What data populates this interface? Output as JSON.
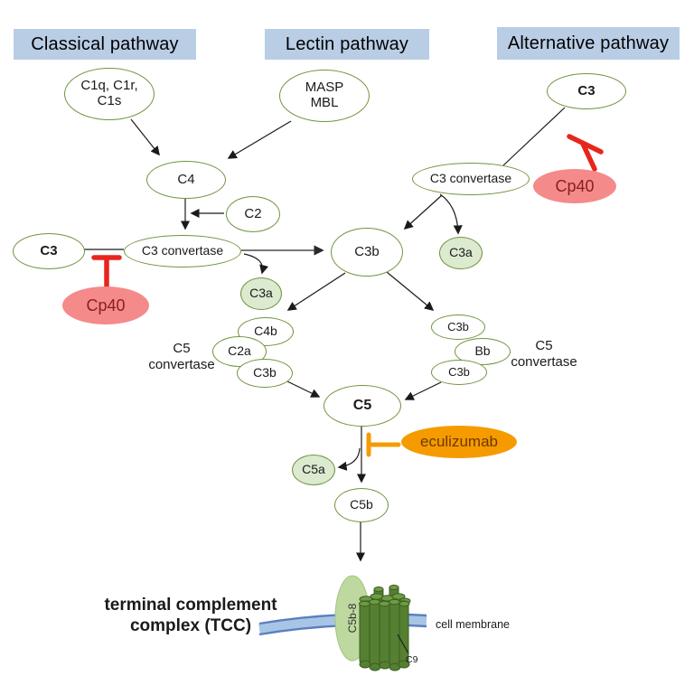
{
  "title": "Complement system pathways diagram",
  "headers": {
    "classical": "Classical pathway",
    "lectin": "Lectin pathway",
    "alternative": "Alternative pathway"
  },
  "nodes": {
    "c1q": "C1q, C1r,\nC1s",
    "masp": "MASP\nMBL",
    "c3_alt": "C3",
    "c4": "C4",
    "c2": "C2",
    "c3_left": "C3",
    "c3_convertase_left": "C3 convertase",
    "c3a_left": "C3a",
    "c3b": "C3b",
    "c3_convertase_right": "C3 convertase",
    "c3a_right": "C3a",
    "c4b": "C4b",
    "c2a": "C2a",
    "c3b_left_complex": "C3b",
    "c3b_right_top": "C3b",
    "bb": "Bb",
    "c3b_right_bottom": "C3b",
    "c5": "C5",
    "c5a": "C5a",
    "c5b": "C5b"
  },
  "inhibitors": {
    "cp40_left": "Cp40",
    "cp40_right": "Cp40",
    "eculizumab": "eculizumab"
  },
  "labels": {
    "c5_convertase_left": "C5\nconvertase",
    "c5_convertase_right": "C5\nconvertase",
    "tcc": "terminal complement\ncomplex (TCC)",
    "cell_membrane": "cell membrane",
    "c5b_8": "C5b-8",
    "c9": "C9"
  },
  "colors": {
    "header_bg": "#b9cde5",
    "node_stroke": "#71933f",
    "node_fill_green": "#dcead0",
    "inhibitor_red_fill": "#f58a8a",
    "inhibitor_red_text": "#8b1e1e",
    "block_red": "#e8251c",
    "orange": "#f59b00",
    "orange_text": "#6e3900",
    "membrane_fill": "#a9c5e6",
    "membrane_edge": "#5b7fc0",
    "tcc_ellipse_fill": "#bed99f",
    "pore_green": "#557f31",
    "pore_green_light": "#6f9a44",
    "pore_outline": "#3a5e20",
    "arrow": "#1a1a1a"
  }
}
